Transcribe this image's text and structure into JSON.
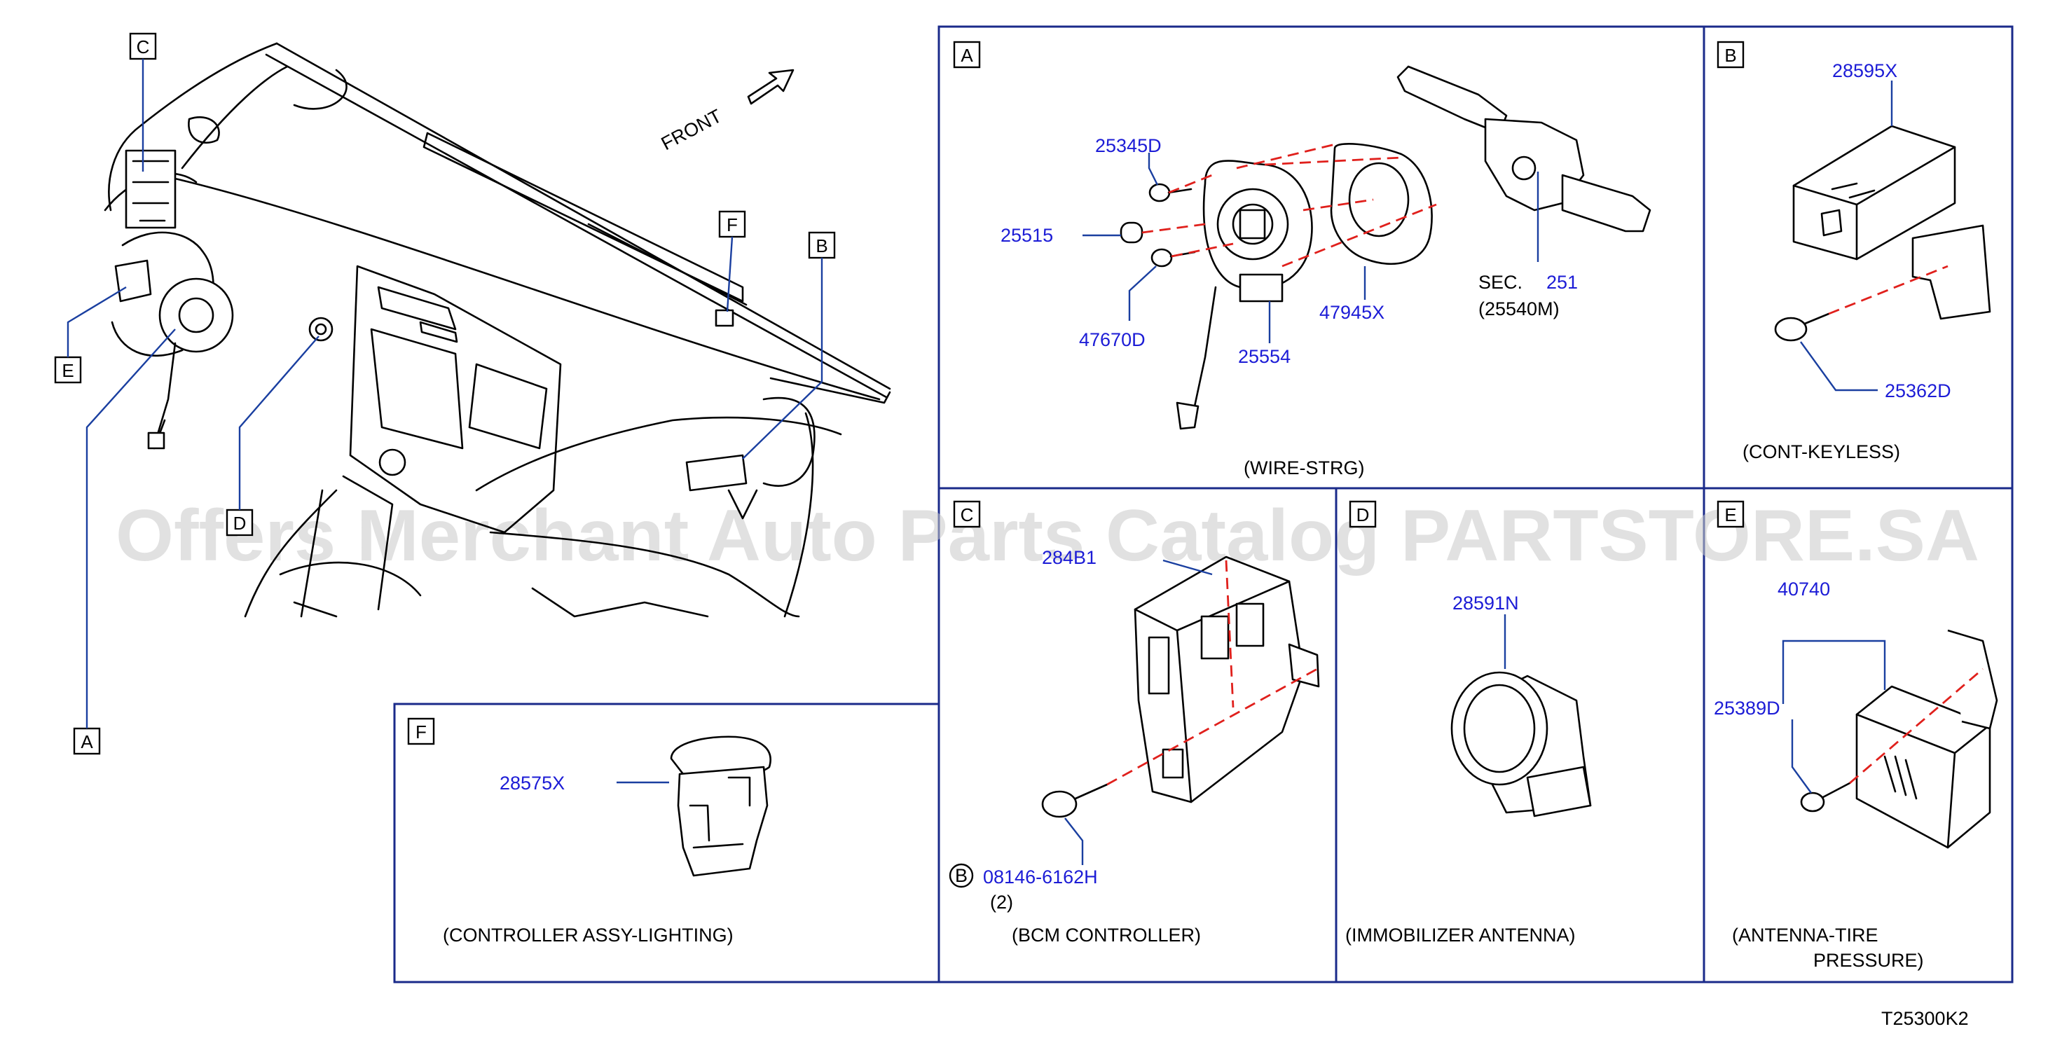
{
  "diagram_code": "T25300K2",
  "front_label": "FRONT",
  "watermark": "Offers Merchant Auto Parts Catalog PARTSTORE.SA",
  "overview": {
    "callouts": [
      "C",
      "E",
      "D",
      "A",
      "F",
      "B"
    ]
  },
  "panels": {
    "A": {
      "letter": "A",
      "caption": "(WIRE-STRG)",
      "parts": [
        "25345D",
        "25515",
        "47670D",
        "25554",
        "47945X",
        "251"
      ],
      "sec_label": "SEC.",
      "sec_ref": "(25540M)"
    },
    "B": {
      "letter": "B",
      "caption": "(CONT-KEYLESS)",
      "parts": [
        "28595X",
        "25362D"
      ]
    },
    "C": {
      "letter": "C",
      "caption": "(BCM   CONTROLLER)",
      "parts": [
        "284B1",
        "08146-6162H"
      ],
      "bolt_marker": "B",
      "qty": "(2)"
    },
    "D": {
      "letter": "D",
      "caption": "(IMMOBILIZER   ANTENNA)",
      "parts": [
        "28591N"
      ]
    },
    "E": {
      "letter": "E",
      "caption_line1": "(ANTENNA-TIRE",
      "caption_line2": "PRESSURE)",
      "parts": [
        "40740",
        "25389D"
      ]
    },
    "F": {
      "letter": "F",
      "caption": "(CONTROLLER   ASSY-LIGHTING)",
      "parts": [
        "28575X"
      ]
    }
  }
}
